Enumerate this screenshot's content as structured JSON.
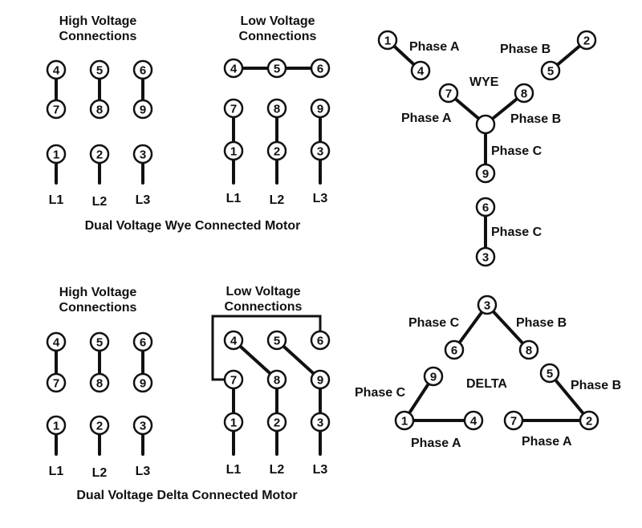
{
  "sections": {
    "wye": {
      "high_heading": [
        "High Voltage",
        "Connections"
      ],
      "low_heading": [
        "Low Voltage",
        "Connections"
      ],
      "caption": "Dual Voltage Wye Connected Motor"
    },
    "delta": {
      "high_heading": [
        "High Voltage",
        "Connections"
      ],
      "low_heading": [
        "Low Voltage",
        "Connections"
      ],
      "caption": "Dual Voltage Delta Connected Motor"
    }
  },
  "lines": [
    "L1",
    "L2",
    "L3"
  ],
  "terminals": {
    "t1": "1",
    "t2": "2",
    "t3": "3",
    "t4": "4",
    "t5": "5",
    "t6": "6",
    "t7": "7",
    "t8": "8",
    "t9": "9"
  },
  "wye_diagram": {
    "title": "WYE",
    "phase_a": "Phase A",
    "phase_b": "Phase B",
    "phase_c": "Phase C"
  },
  "delta_diagram": {
    "title": "DELTA",
    "phase_a": "Phase A",
    "phase_b": "Phase B",
    "phase_c": "Phase C"
  }
}
